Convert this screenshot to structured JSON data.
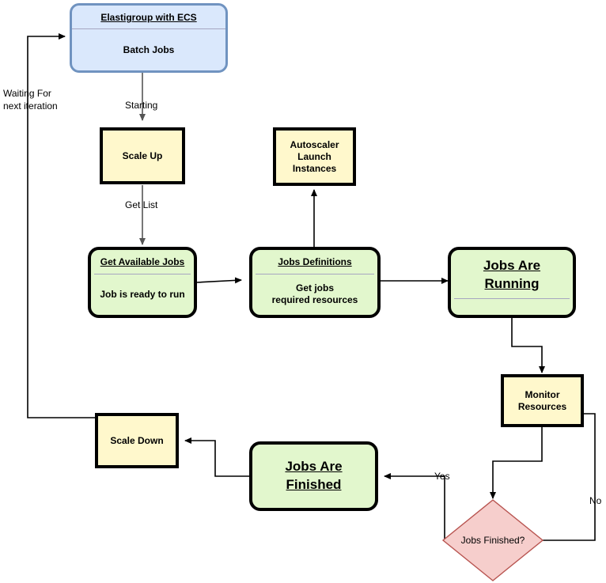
{
  "diagram": {
    "title": "Elastigroup with ECS batch jobs autoscaling flow",
    "colors": {
      "blue_fill": "#dae8fc",
      "blue_stroke": "#7093c0",
      "yellow_fill": "#fff8cc",
      "green_fill": "#e2f7cd",
      "pink_fill": "#f6cecc",
      "pink_stroke": "#b85450",
      "black_stroke": "#000000",
      "gray_stroke": "#808080",
      "divider": "#a6a6c0"
    },
    "nodes": {
      "elastigroup": {
        "title": "Elastigroup with ECS",
        "body": "Batch Jobs"
      },
      "scale_up": {
        "label": "Scale Up"
      },
      "autoscaler": {
        "line1": "Autoscaler",
        "line2": "Launch",
        "line3": "Instances"
      },
      "get_available_jobs": {
        "title": "Get Available Jobs",
        "body": "Job is ready to run"
      },
      "jobs_definitions": {
        "title": "Jobs Definitions",
        "body_line1": "Get jobs",
        "body_line2": "required resources"
      },
      "jobs_are_running": {
        "title_line1": "Jobs Are",
        "title_line2": "Running"
      },
      "monitor_resources": {
        "line1": "Monitor",
        "line2": "Resources"
      },
      "jobs_finished_decision": {
        "label": "Jobs Finished?"
      },
      "jobs_are_finished": {
        "title_line1": "Jobs Are ",
        "title_line2": "Finished"
      },
      "scale_down": {
        "label": "Scale Down"
      }
    },
    "edge_labels": {
      "starting": "Starting",
      "get_list": "Get List",
      "yes": "Yes",
      "no": "No",
      "waiting_line1": "Waiting For",
      "waiting_line2": "next iteration"
    }
  }
}
